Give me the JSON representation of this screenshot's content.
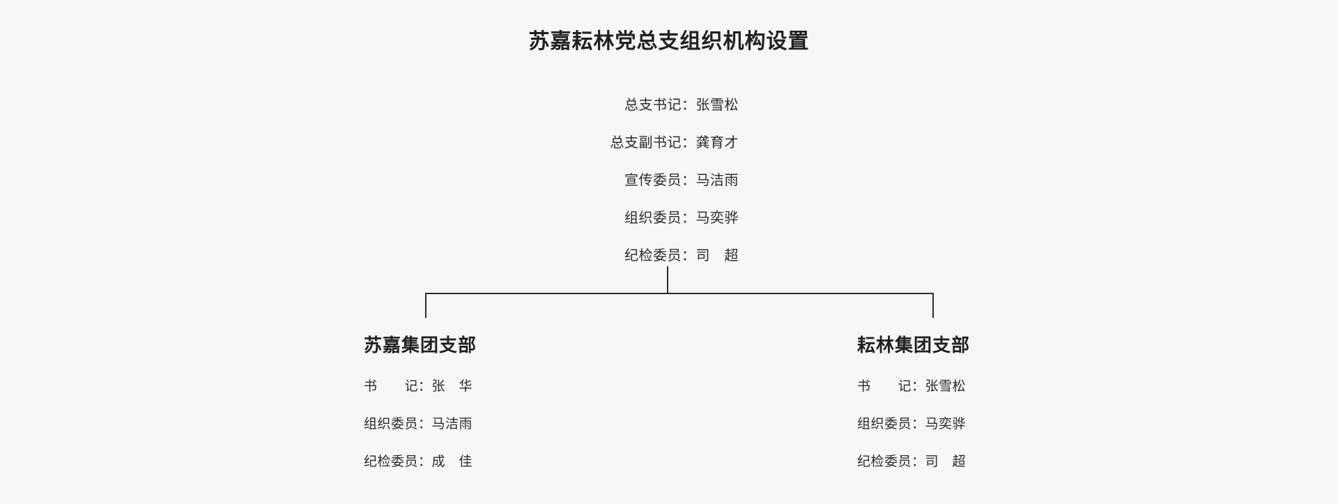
{
  "page": {
    "background_color": "#f7f7f7",
    "text_color": "#2b2b2b",
    "line_color": "#2b2b2b"
  },
  "title": "苏嘉耘林党总支组织机构设置",
  "root": {
    "rows": [
      {
        "role": "总支书记",
        "name": "张雪松",
        "text": "总支书记：张雪松"
      },
      {
        "role": "总支副书记",
        "name": "龚育才",
        "text": "总支副书记：龚育才"
      },
      {
        "role": "宣传委员",
        "name": "马洁雨",
        "text": "宣传委员：马洁雨"
      },
      {
        "role": "组织委员",
        "name": "马奕骅",
        "text": "组织委员：马奕骅"
      },
      {
        "role": "纪检委员",
        "name": "司　超",
        "text": "纪检委员：司　超"
      }
    ]
  },
  "branches": [
    {
      "title": "苏嘉集团支部",
      "rows": [
        {
          "role": "书　　记",
          "name": "张　华",
          "text": "书　　记：张　华"
        },
        {
          "role": "组织委员",
          "name": "马洁雨",
          "text": "组织委员：马洁雨"
        },
        {
          "role": "纪检委员",
          "name": "成　佳",
          "text": "纪检委员：成　佳"
        }
      ]
    },
    {
      "title": "耘林集团支部",
      "rows": [
        {
          "role": "书　　记",
          "name": "张雪松",
          "text": "书　　记：张雪松"
        },
        {
          "role": "组织委员",
          "name": "马奕骅",
          "text": "组织委员：马奕骅"
        },
        {
          "role": "纪检委员",
          "name": "司　超",
          "text": "纪检委员：司　超"
        }
      ]
    }
  ]
}
